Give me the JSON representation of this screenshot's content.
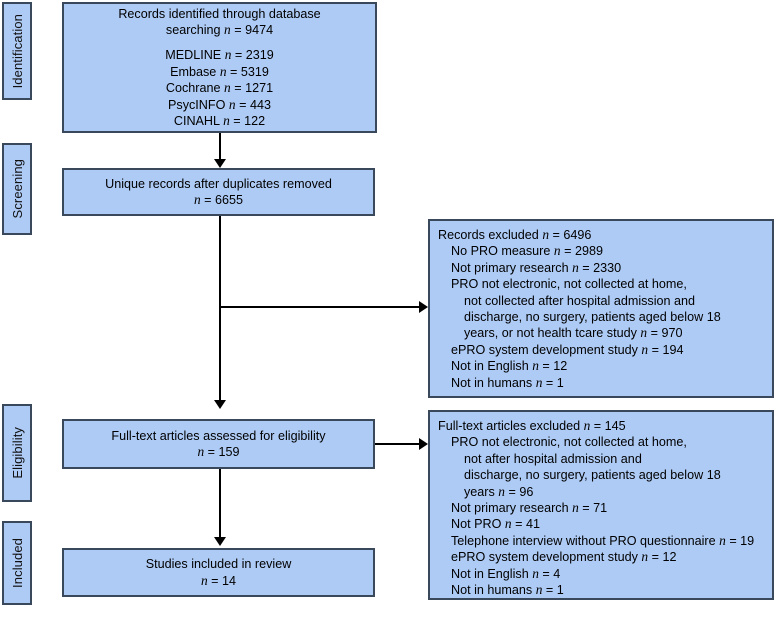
{
  "colors": {
    "box_fill": "#aecbf5",
    "box_border": "#39495b",
    "connector": "#000000",
    "text": "#000000"
  },
  "stages": [
    {
      "id": "identification",
      "label": "Identification"
    },
    {
      "id": "screening",
      "label": "Screening"
    },
    {
      "id": "eligibility",
      "label": "Eligibility"
    },
    {
      "id": "included",
      "label": "Included"
    }
  ],
  "boxes": {
    "identified": {
      "title_line1": "Records identified through database",
      "title_line2": "searching n = 9474",
      "sources": [
        "MEDLINE n = 2319",
        "Embase n = 5319",
        "Cochrane n = 1271",
        "PsycINFO n = 443",
        "CINAHL n = 122"
      ]
    },
    "unique_records": {
      "line1": "Unique records after duplicates removed",
      "line2": "n = 6655"
    },
    "records_excluded": {
      "header": "Records excluded n = 6496",
      "reasons": [
        "No PRO measure n = 2989",
        "Not primary research n = 2330",
        "PRO not electronic, not collected at home,",
        "not collected after hospital admission and",
        "discharge, no surgery, patients aged below 18",
        "years, or not health tcare study n = 970",
        "ePRO system development study n = 194",
        "Not in English n = 12",
        "Not in humans n = 1"
      ]
    },
    "fulltext_assessed": {
      "line1": "Full-text articles assessed for eligibility",
      "line2": "n = 159"
    },
    "fulltext_excluded": {
      "header": "Full-text articles excluded n = 145",
      "reasons": [
        "PRO not electronic, not collected at home,",
        "not after hospital admission and",
        "discharge, no surgery, patients aged below 18",
        "years n = 96",
        "Not primary research n = 71",
        "Not PRO n = 41",
        "Telephone interview without PRO questionnaire n = 19",
        "ePRO system development study n = 12",
        "Not in English n = 4",
        "Not in humans n = 1"
      ]
    },
    "included_studies": {
      "line1": "Studies included in review",
      "line2": "n = 14"
    }
  }
}
